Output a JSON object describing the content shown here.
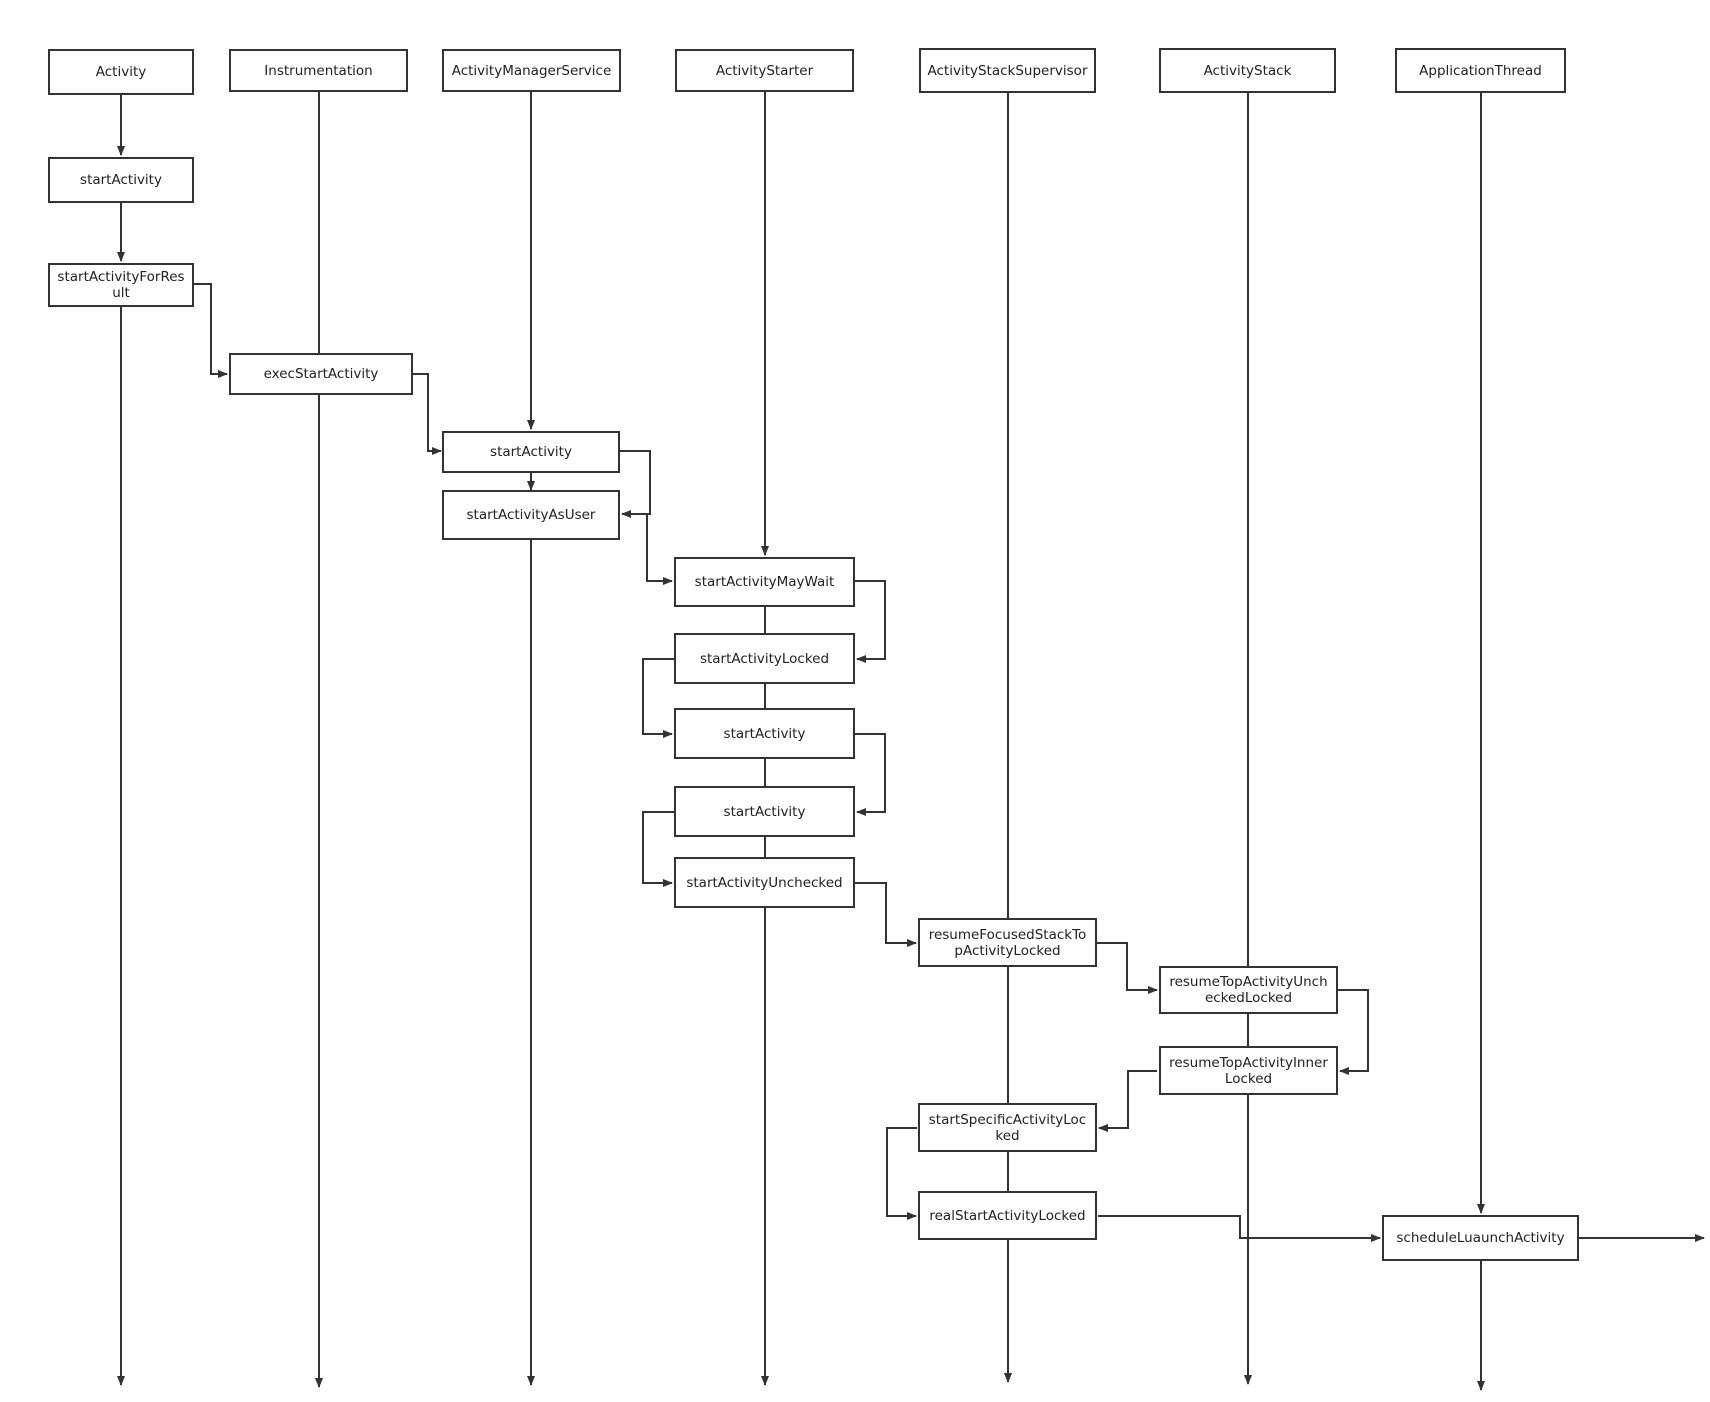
{
  "lifelines": [
    {
      "id": "activity",
      "label": "Activity"
    },
    {
      "id": "instrumentation",
      "label": "Instrumentation"
    },
    {
      "id": "ams",
      "label": "ActivityManagerService"
    },
    {
      "id": "starter",
      "label": "ActivityStarter"
    },
    {
      "id": "supervisor",
      "label": "ActivityStackSupervisor"
    },
    {
      "id": "stack",
      "label": "ActivityStack"
    },
    {
      "id": "appthread",
      "label": "ApplicationThread"
    }
  ],
  "calls": {
    "activity_startActivity": "startActivity",
    "activity_startActivityForResult": "startActivityForResult",
    "instr_execStartActivity": "execStartActivity",
    "ams_startActivity": "startActivity",
    "ams_startActivityAsUser": "startActivityAsUser",
    "starter_startActivityMayWait": "startActivityMayWait",
    "starter_startActivityLocked": "startActivityLocked",
    "starter_startActivity_1": "startActivity",
    "starter_startActivity_2": "startActivity",
    "starter_startActivityUnchecked": "startActivityUnchecked",
    "supervisor_resumeFocusedStackTopActivityLocked": "resumeFocusedStackTopActivityLocked",
    "stack_resumeTopActivityUncheckedLocked": "resumeTopActivityUncheckedLocked",
    "stack_resumeTopActivityInnerLocked": "resumeTopActivityInnerLocked",
    "supervisor_startSpecificActivityLocked": "startSpecificActivityLocked",
    "supervisor_realStartActivityLocked": "realStartActivityLocked",
    "appthread_scheduleLuaunchActivity": "scheduleLuaunchActivity"
  },
  "colors": {
    "line": "#333333",
    "box_border": "#333333",
    "text": "#222222",
    "background": "#ffffff"
  }
}
